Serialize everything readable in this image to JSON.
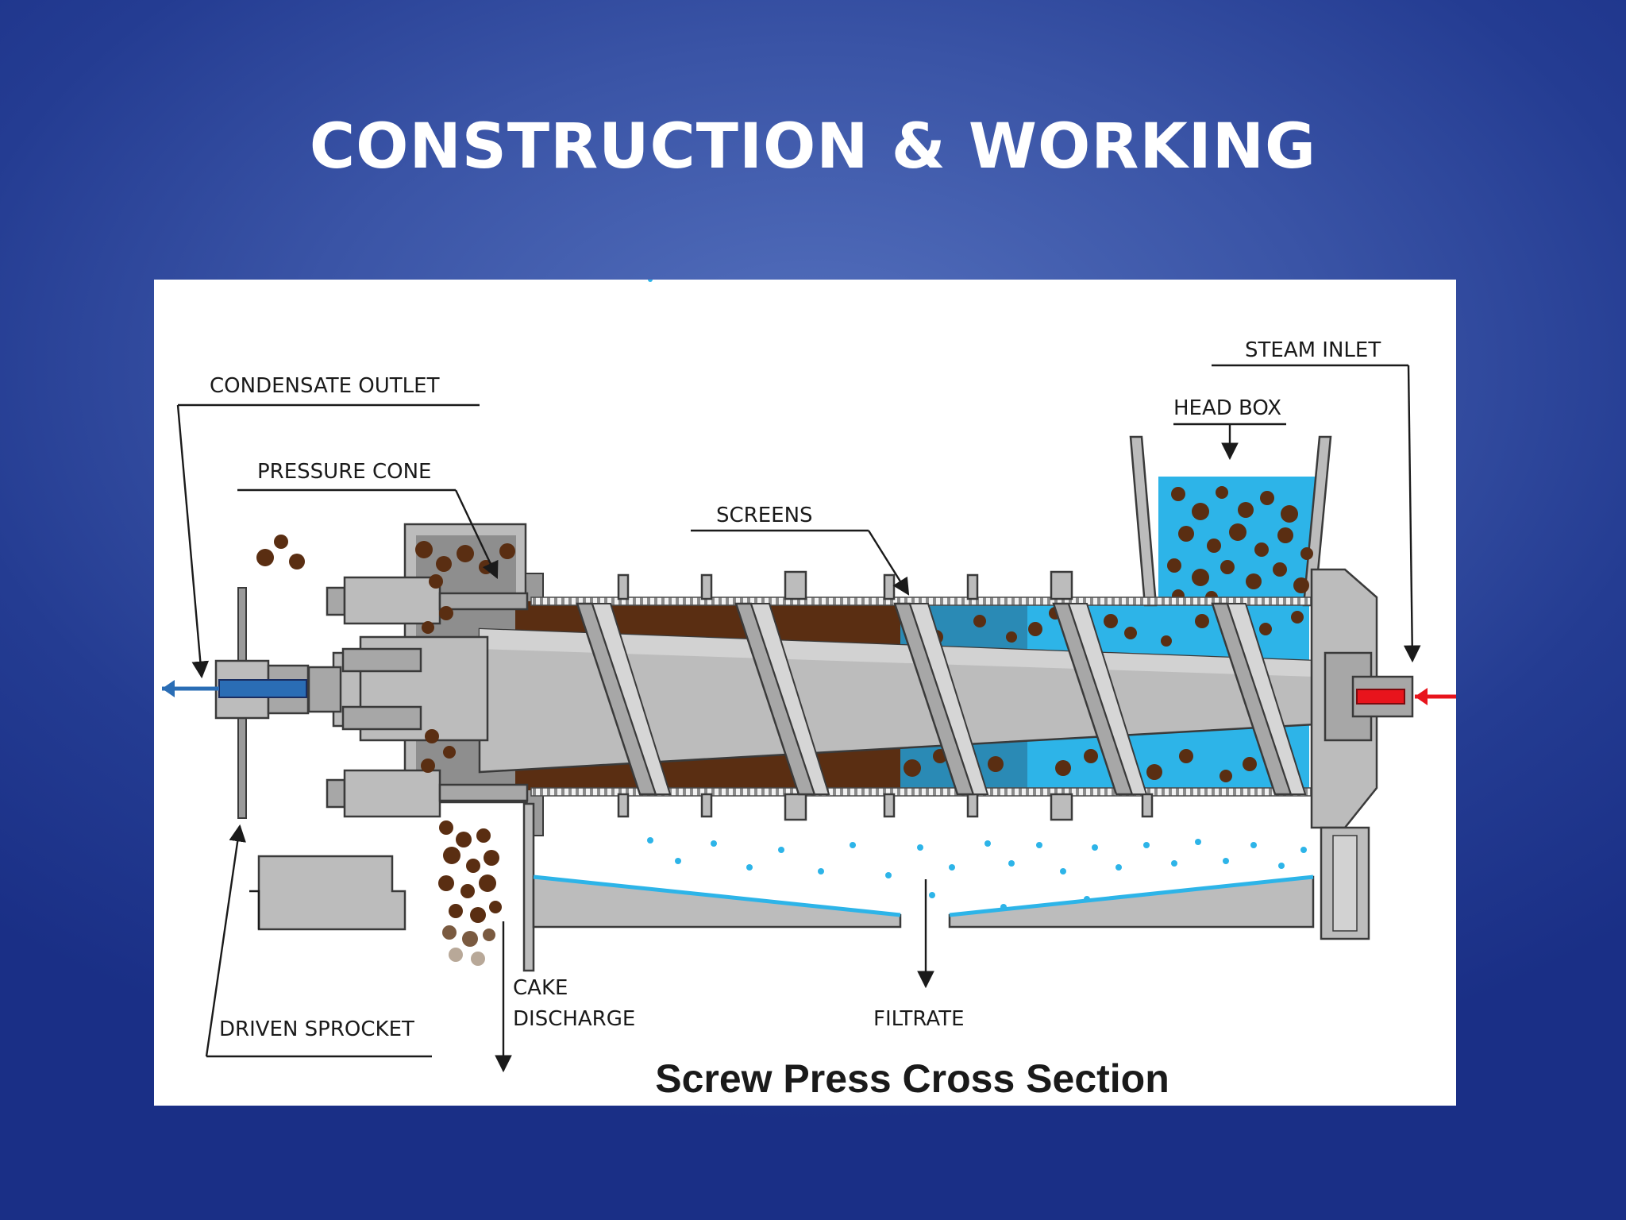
{
  "slide": {
    "title": "CONSTRUCTION & WORKING"
  },
  "diagram": {
    "caption": "Screw Press Cross Section",
    "labels": {
      "condensate_outlet": "CONDENSATE OUTLET",
      "pressure_cone": "PRESSURE CONE",
      "screens": "SCREENS",
      "steam_inlet": "STEAM INLET",
      "head_box": "HEAD BOX",
      "driven_sprocket": "DRIVEN SPROCKET",
      "cake_discharge_line1": "CAKE",
      "cake_discharge_line2": "DISCHARGE",
      "filtrate": "FILTRATE"
    },
    "colors": {
      "water": "#2db4e8",
      "solids": "#5a2e12",
      "metal": "#bcbcbc",
      "condensate_outlet_arrow": "#2a6db5",
      "steam_inlet_arrow": "#e8141c"
    }
  }
}
